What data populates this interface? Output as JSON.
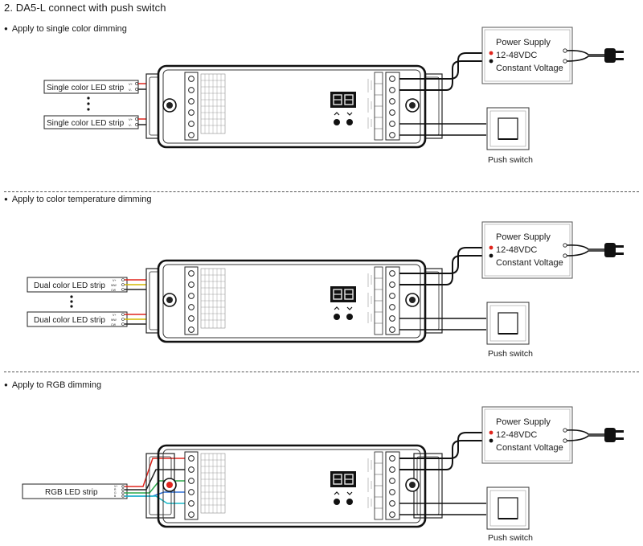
{
  "title": "2. DA5-L connect with push switch",
  "sections": [
    {
      "heading": "Apply to single color dimming",
      "strips": [
        "Single color LED strip",
        "Single color LED strip"
      ],
      "power_supply": [
        "Power Supply",
        "12-48VDC",
        "Constant Voltage"
      ],
      "switch_label": "Push switch"
    },
    {
      "heading": "Apply to color temperature dimming",
      "strips": [
        "Dual color LED strip",
        "Dual color LED strip"
      ],
      "power_supply": [
        "Power Supply",
        "12-48VDC",
        "Constant Voltage"
      ],
      "switch_label": "Push switch"
    },
    {
      "heading": "Apply to RGB dimming",
      "strips": [
        "RGB LED strip"
      ],
      "power_supply": [
        "Power Supply",
        "12-48VDC",
        "Constant Voltage"
      ],
      "switch_label": "Push switch"
    }
  ],
  "colors": {
    "wire": "#222222",
    "red": "#e0261e",
    "yellow": "#d4b800",
    "green": "#2aa84a",
    "blue": "#2d6fd6",
    "cyan": "#19b9c9"
  }
}
